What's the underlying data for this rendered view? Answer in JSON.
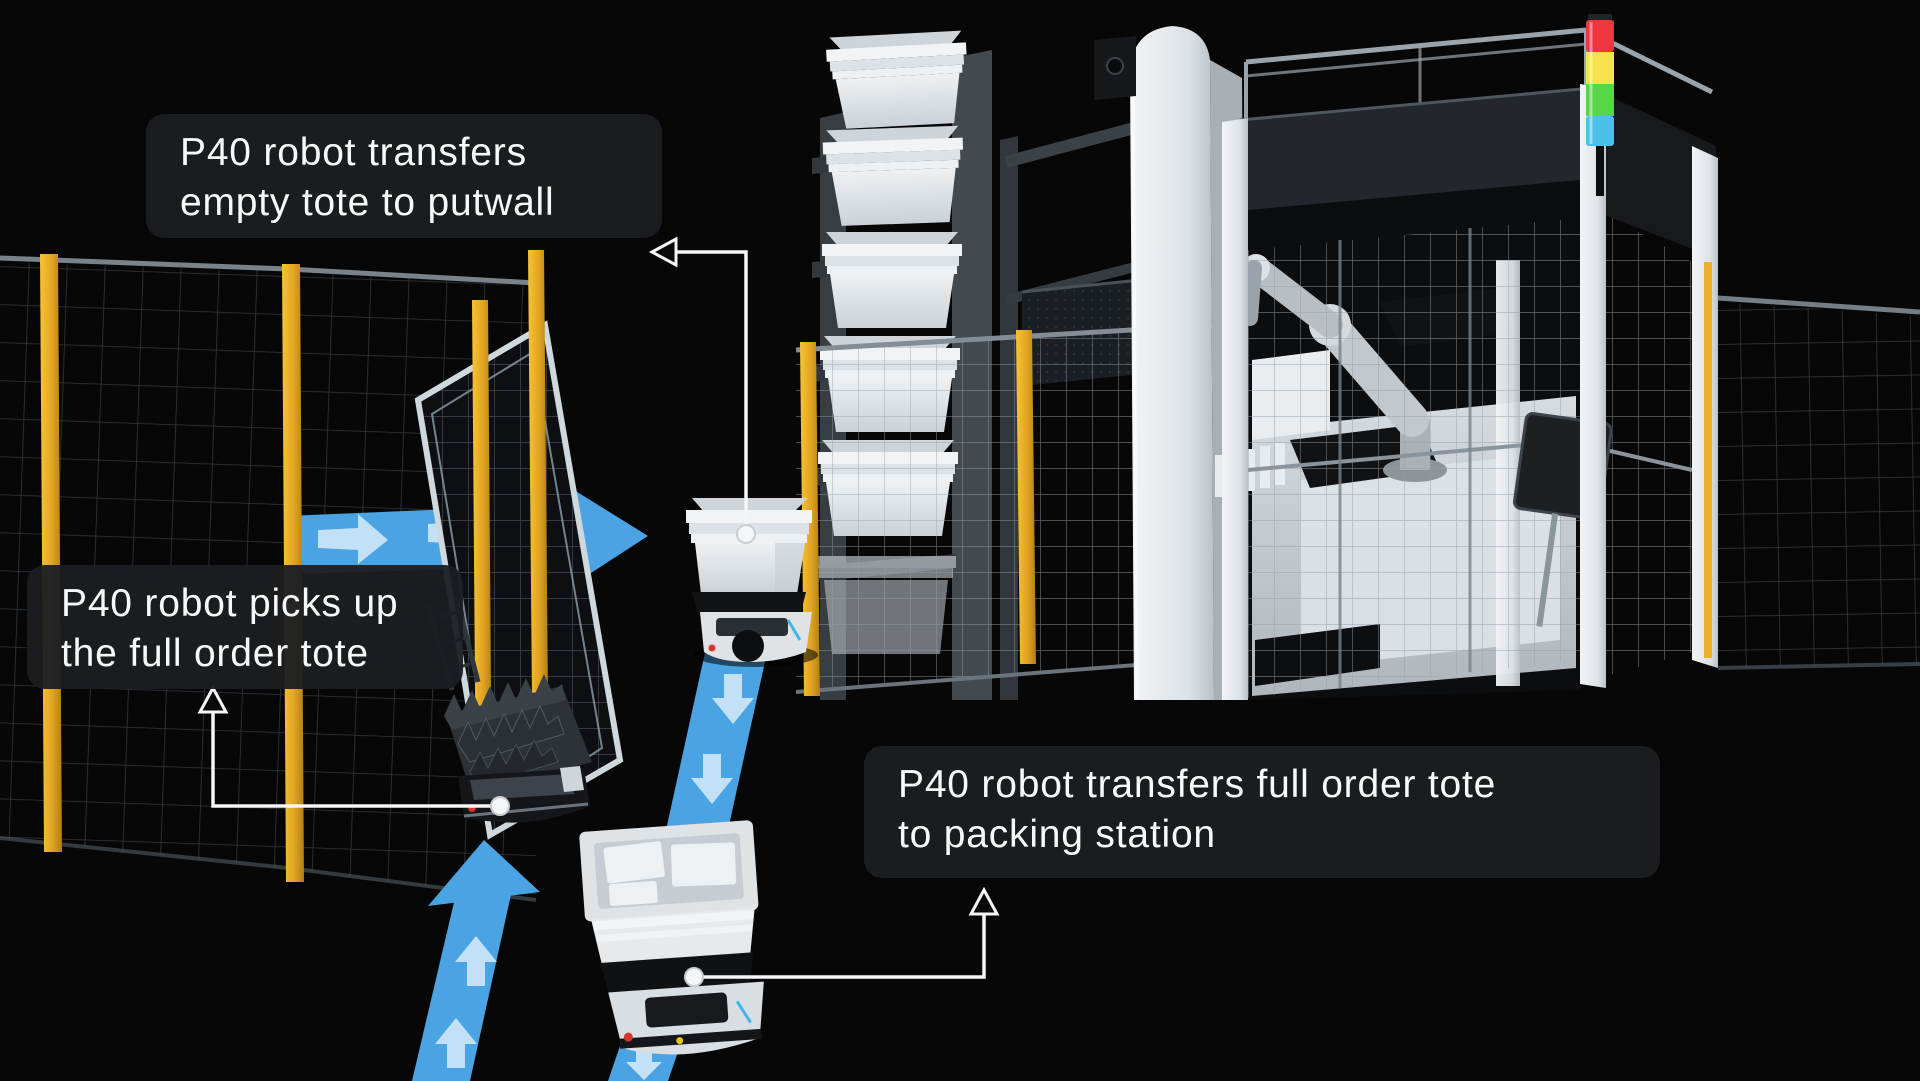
{
  "callouts": {
    "empty_tote": {
      "line1": "P40 robot transfers",
      "line2": "empty tote to putwall"
    },
    "pick_up": {
      "line1": "P40 robot picks up",
      "line2": "the full order tote"
    },
    "packing": {
      "line1": "P40 robot transfers full order tote",
      "line2": "to packing station"
    }
  },
  "colors": {
    "background": "#070708",
    "flow_arrow_blue": "#4AA3E2",
    "flow_arrow_light": "#CFE8F8",
    "safety_yellow": "#EDB02A",
    "callout_background": "#1B1E22",
    "callout_text": "#F7F8F9",
    "annotation_white": "#F4F6F7",
    "machine_white": "#E9ECEE",
    "frame_dark": "#23262A",
    "signal_tower_top_to_bottom": [
      "#EE3540",
      "#F6E34B",
      "#57D64A",
      "#49C1E8"
    ]
  },
  "scene_elements": [
    "safety-fence-left",
    "fence-gate",
    "flow-arrow-path-right",
    "flow-arrow-path-down",
    "flow-arrow-path-up",
    "tote-rack-putwall",
    "p40-robot-empty-tote",
    "p40-robot-spike-carrier",
    "p40-robot-full-tote",
    "lift-column",
    "packing-station-enclosure",
    "robotic-arm",
    "signal-tower",
    "safety-fence-right"
  ]
}
